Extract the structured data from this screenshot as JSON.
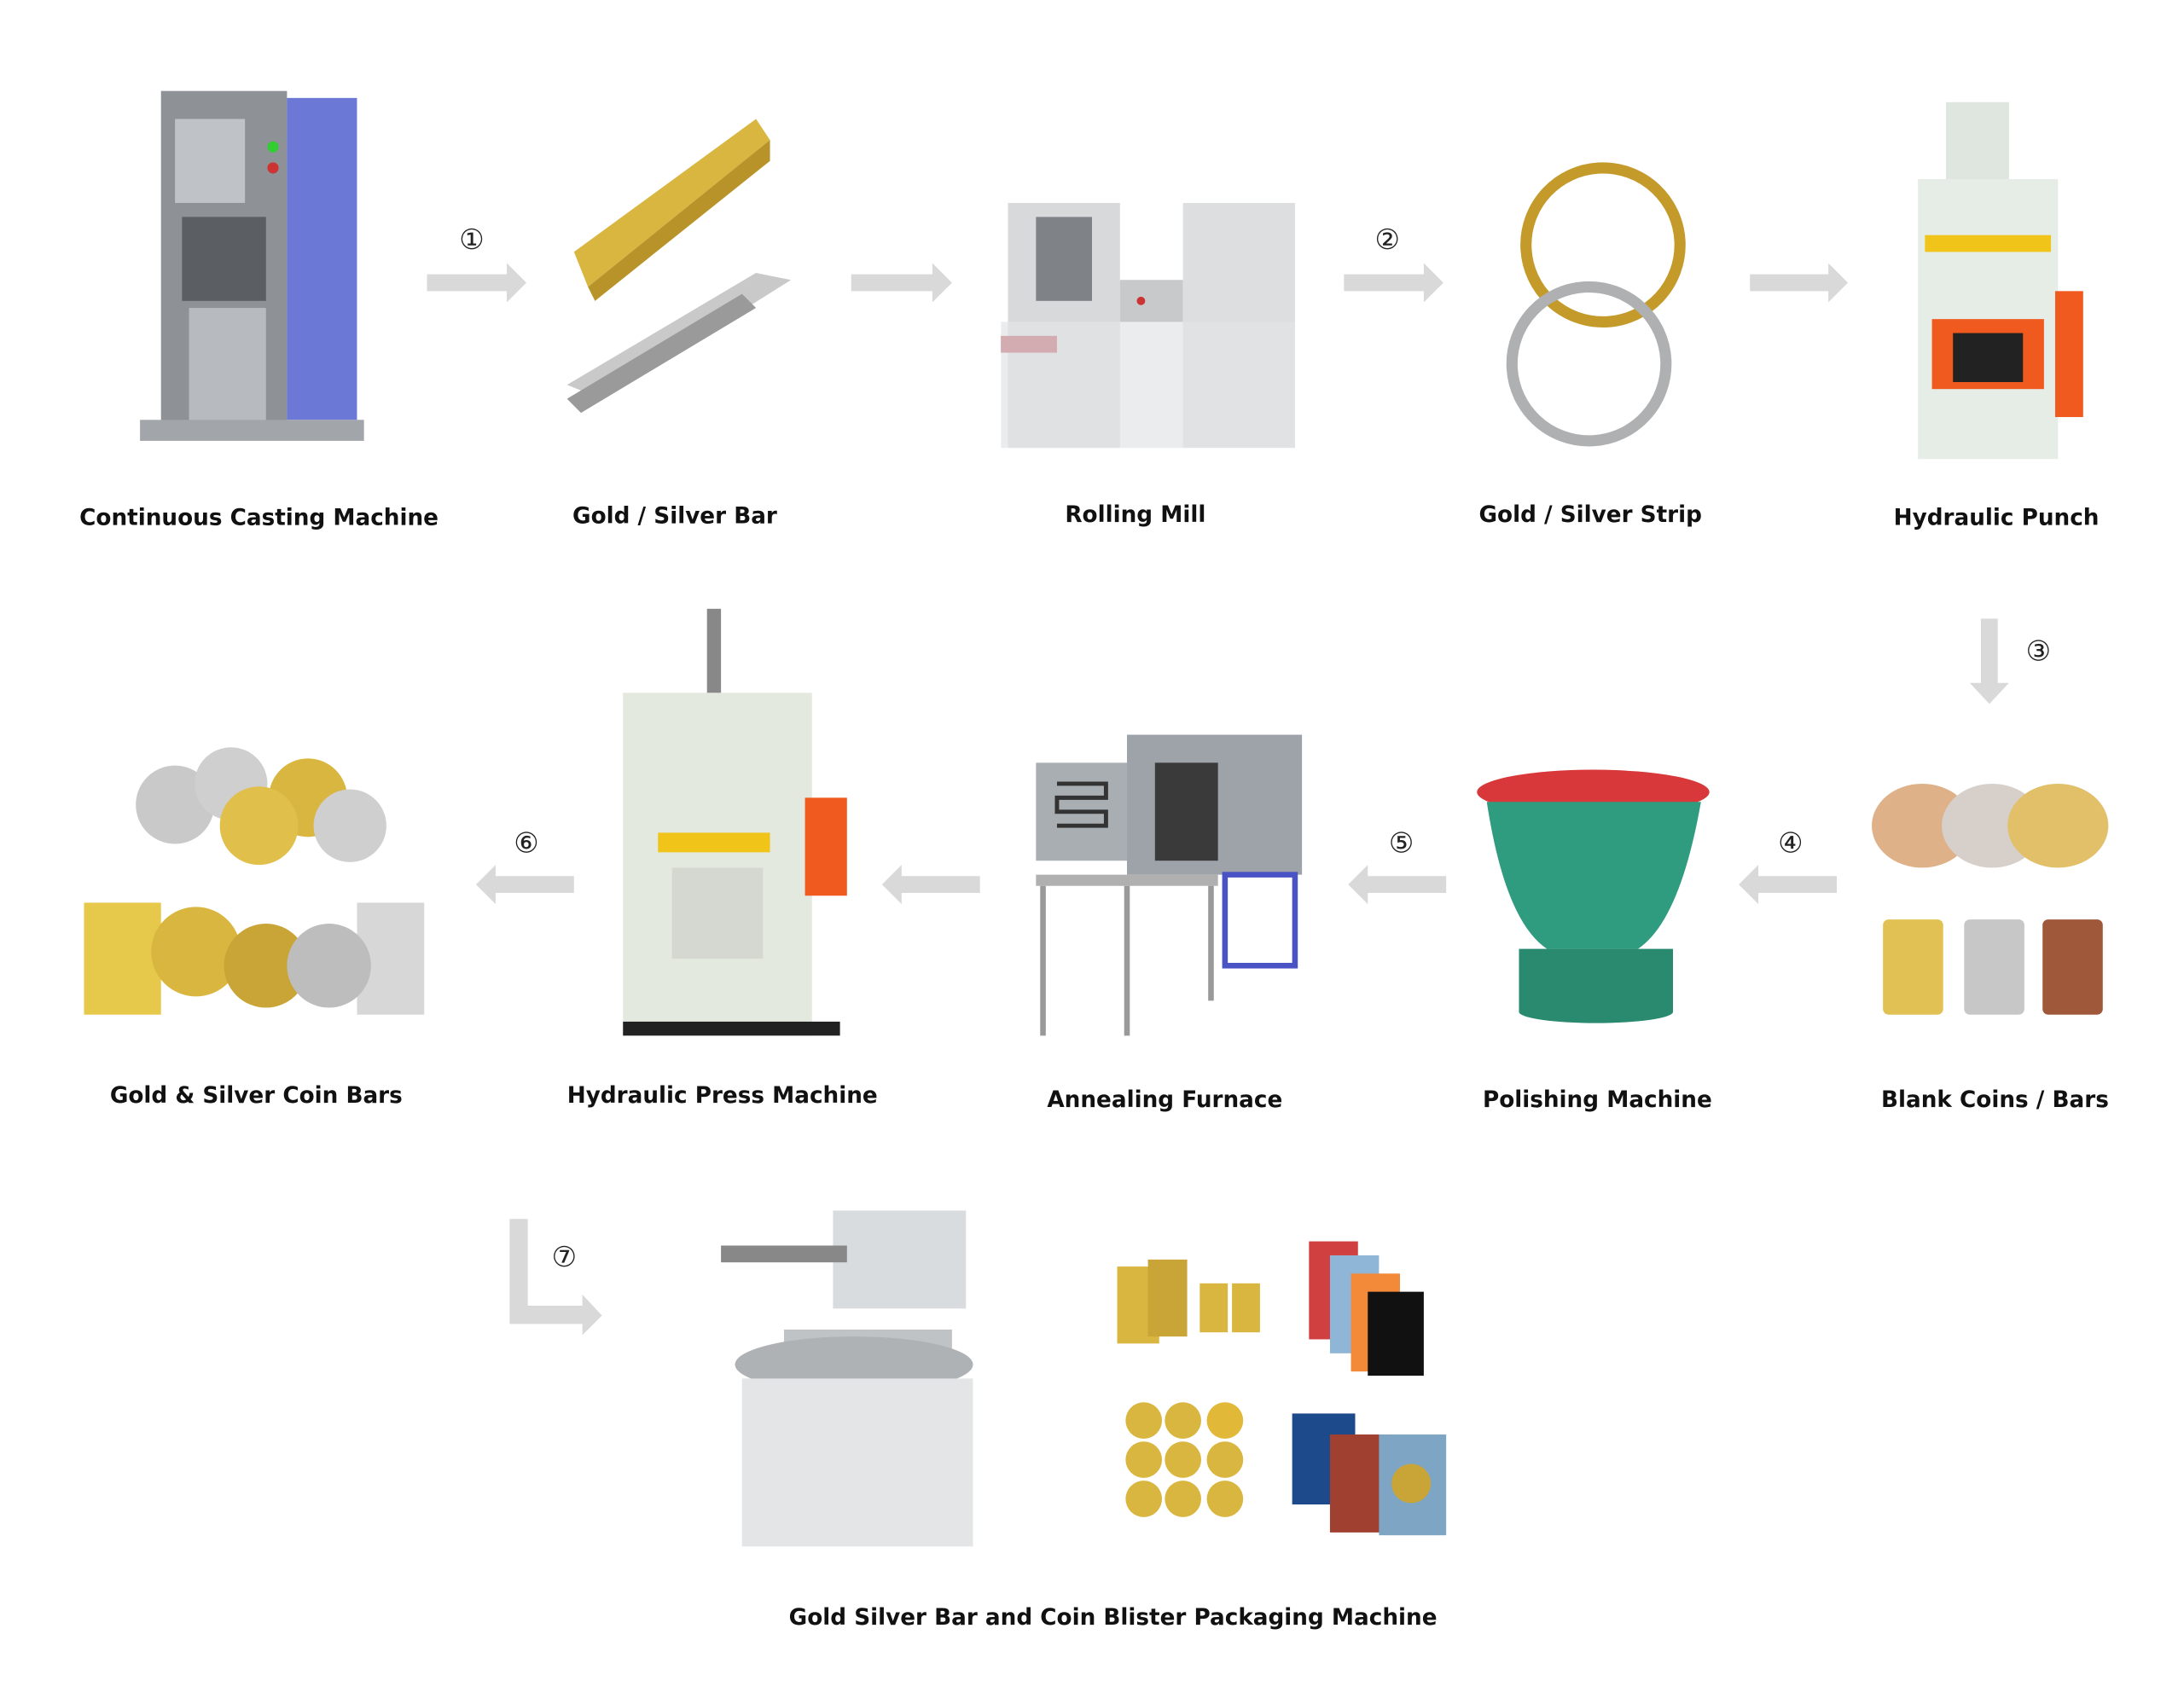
{
  "steps": [
    {
      "label": "Continuous Casting Machine"
    },
    {
      "label": "Gold / Silver Bar"
    },
    {
      "label": "Rolling Mill"
    },
    {
      "label": "Gold / Silver Strip"
    },
    {
      "label": "Hydraulic Punch"
    },
    {
      "label": "Blank Coins / Bars"
    },
    {
      "label": "Polishing Machine"
    },
    {
      "label": "Annealing Furnace"
    },
    {
      "label": "Hydraulic Press Machine"
    },
    {
      "label": "Gold & Silver Coin Bars"
    },
    {
      "label": "Gold Silver Bar and Coin Blister Packaging Machine"
    }
  ],
  "step_numbers": [
    "①",
    "②",
    "③",
    "④",
    "⑤",
    "⑥",
    "⑦"
  ],
  "colors": {
    "arrow": "#d9d9d9",
    "gold": "#d9b640",
    "silver": "#c9c9c9",
    "orange": "#f05a1e",
    "green": "#2f9b7f",
    "red": "#d8383a"
  }
}
